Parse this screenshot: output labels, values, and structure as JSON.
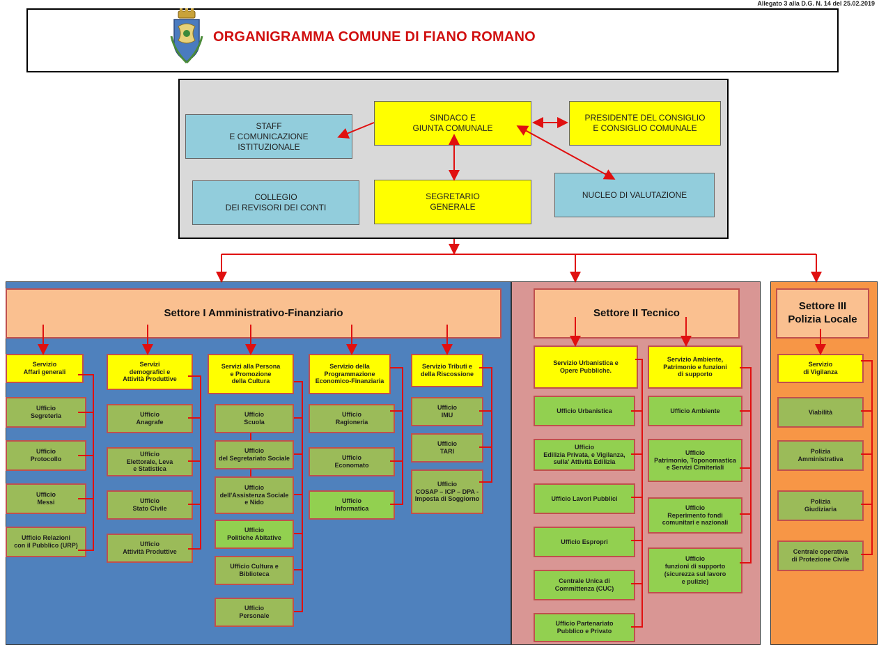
{
  "top_note": "Allegato 3 alla D.G. N. 14 del 25.02.2019",
  "header": {
    "title": "ORGANIGRAMMA COMUNE DI FIANO ROMANO"
  },
  "governance": {
    "staff": "STAFF\nE COMUNICAZIONE\nISTITUZIONALE",
    "sindaco": "SINDACO E\nGIUNTA COMUNALE",
    "presidente": "PRESIDENTE DEL CONSIGLIO\nE CONSIGLIO COMUNALE",
    "collegio": "COLLEGIO\nDEI REVISORI DEI CONTI",
    "segretario": "SEGRETARIO\nGENERALE",
    "nucleo": "NUCLEO DI VALUTAZIONE"
  },
  "sectors": {
    "s1": {
      "title": "Settore I Amministrativo-Finanziario",
      "services": [
        {
          "name": "Servizio\nAffari generali",
          "offices": [
            "Ufficio\nSegreteria",
            "Ufficio\nProtocollo",
            "Ufficio\nMessi",
            "Ufficio Relazioni\ncon il Pubblico (URP)"
          ]
        },
        {
          "name": "Servizi\ndemografici e\nAttività Produttive",
          "offices": [
            "Ufficio\nAnagrafe",
            "Ufficio\nElettorale, Leva\ne Statistica",
            "Ufficio\nStato Civile",
            "Ufficio\nAttività Produttive"
          ]
        },
        {
          "name": "Servizi alla Persona\ne Promozione\ndella Cultura",
          "offices": [
            "Ufficio\nScuola",
            "Ufficio\ndel Segretariato Sociale",
            "Ufficio\ndell'Assistenza Sociale\ne Nido",
            "Ufficio\nPolitiche Abitative",
            "Ufficio Cultura e\nBiblioteca",
            "Ufficio\nPersonale"
          ]
        },
        {
          "name": "Servizio della\nProgrammazione\nEconomico-Finanziaria",
          "offices": [
            "Ufficio\nRagioneria",
            "Ufficio\nEconomato",
            "Ufficio\nInformatica"
          ]
        },
        {
          "name": "Servizio Tributi e\ndella Riscossione",
          "offices": [
            "Ufficio\nIMU",
            "Ufficio\nTARI",
            "Ufficio\nCOSAP – ICP – DPA -\nImposta di Soggiorno"
          ]
        }
      ]
    },
    "s2": {
      "title": "Settore II  Tecnico",
      "services": [
        {
          "name": "Servizio Urbanistica e\nOpere Pubbliche.",
          "offices": [
            "Ufficio Urbanistica",
            "Ufficio\nEdilizia Privata, e Vigilanza,\nsulla' Attività Edilizia",
            "Ufficio Lavori Pubblici",
            "Ufficio Espropri",
            "Centrale Unica di\nCommittenza (CUC)",
            "Ufficio Partenariato\nPubblico e Privato"
          ]
        },
        {
          "name": "Servizio Ambiente,\nPatrimonio e funzioni\ndi supporto",
          "offices": [
            "Ufficio Ambiente",
            "Ufficio\nPatrimonio, Toponomastica\ne Servizi Cimiteriali",
            "Ufficio\nReperimento fondi\ncomunitari e nazionali",
            "Ufficio\nfunzioni di supporto\n(sicurezza sul lavoro\ne pulizie)"
          ]
        }
      ]
    },
    "s3": {
      "title": "Settore III\nPolizia Locale",
      "services": [
        {
          "name": "Servizio\ndi Vigilanza",
          "offices": [
            "Viabilità",
            "Polizia\nAmministrativa",
            "Polizia\nGiudiziaria",
            "Centrale operativa\ndi Protezione Civile"
          ]
        }
      ]
    }
  },
  "colors": {
    "arrow": "#e01010",
    "sector1_bg": "#4f81bd",
    "sector2_bg": "#d99694",
    "sector3_bg": "#f79646",
    "service": "#ffff00",
    "office": "#9bbb59",
    "gov_blue": "#92cddc",
    "gov_yellow": "#ffff00"
  },
  "icons": [
    "coat-of-arms-icon"
  ]
}
